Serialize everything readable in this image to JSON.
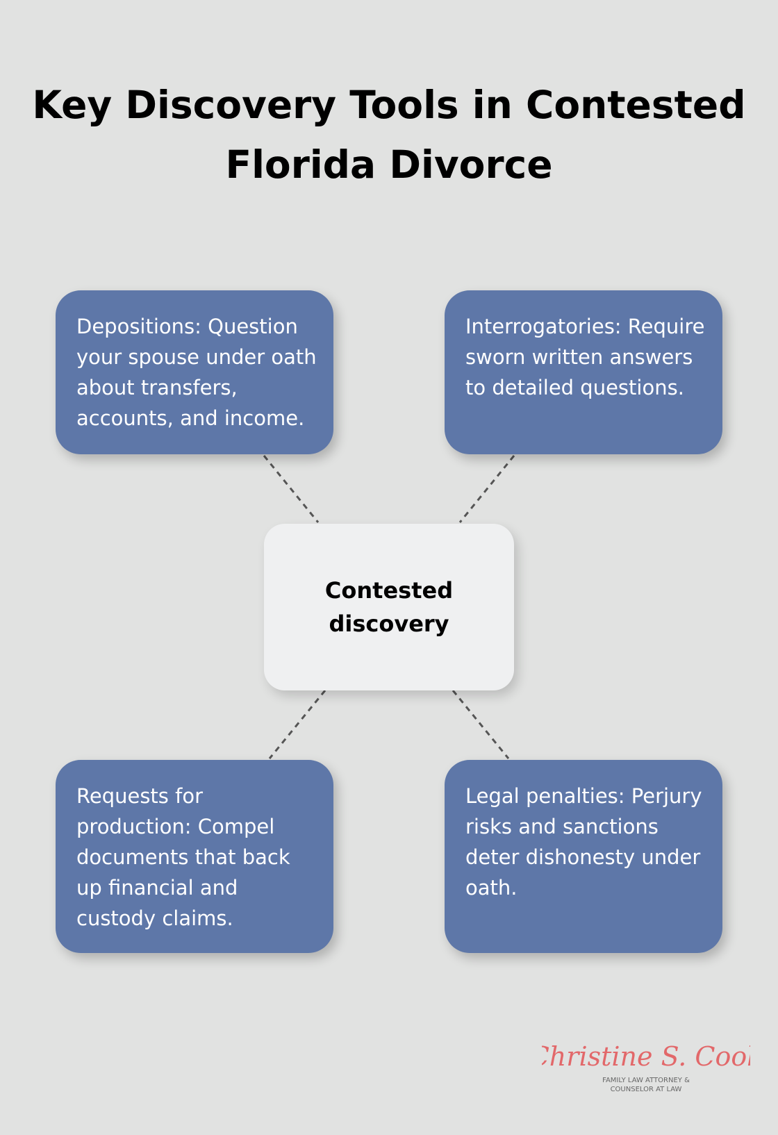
{
  "title": "Key Discovery Tools in Contested Florida Divorce",
  "center": {
    "label": "Contested discovery"
  },
  "items": [
    {
      "text": "Depositions: Question your spouse under oath about transfers, accounts, and income."
    },
    {
      "text": "Interrogatories: Require sworn written answers to detailed questions."
    },
    {
      "text": "Requests for production: Compel documents that back up financial and custody claims."
    },
    {
      "text": "Legal penalties: Perjury risks and sanctions deter dishonesty under oath."
    }
  ],
  "logo": {
    "name": "Christine S. Cook",
    "tagline_1": "FAMILY LAW ATTORNEY &",
    "tagline_2": "COUNSELOR AT LAW",
    "color": "#e2686a"
  },
  "colors": {
    "background": "#e1e2e1",
    "card": "#5e77a8",
    "center": "#eff0f1",
    "connector": "#555555"
  }
}
